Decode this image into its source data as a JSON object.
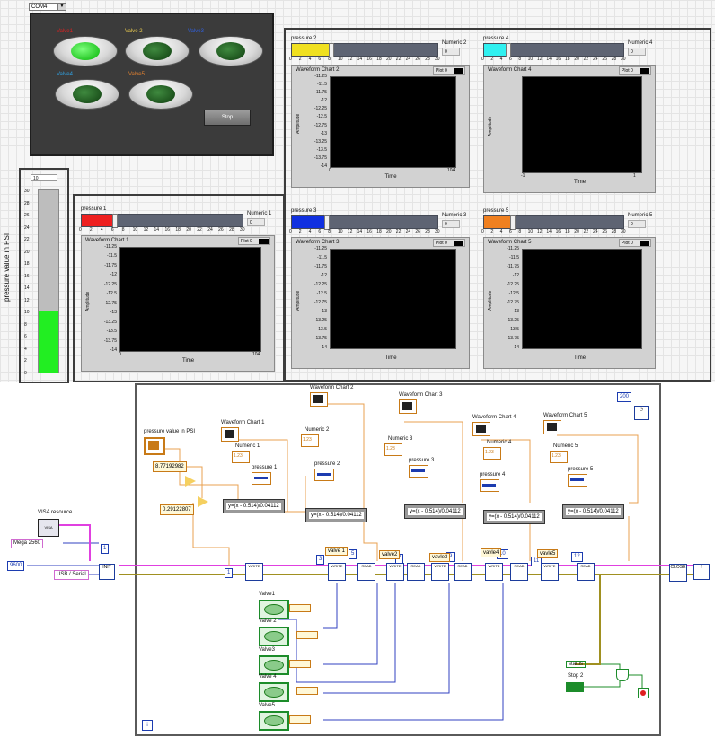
{
  "front_panel": {
    "visa_resource_selected": "COM4",
    "valves": [
      {
        "label": "Valve1",
        "label_color": "#e02020",
        "on": true
      },
      {
        "label": "Valve 2",
        "label_color": "#f0d050",
        "on": false
      },
      {
        "label": "Valve3",
        "label_color": "#3060e0",
        "on": false
      },
      {
        "label": "Valve4",
        "label_color": "#30a0e0",
        "on": false
      },
      {
        "label": "Valve5",
        "label_color": "#e08030",
        "on": false
      }
    ],
    "stop_label": "Stop",
    "tank": {
      "title": "pressure value in PSI",
      "digital_value": "10",
      "value": 10,
      "max": 30,
      "fill_color": "#22ee22",
      "scale": [
        "30",
        "28",
        "26",
        "24",
        "22",
        "20",
        "18",
        "16",
        "14",
        "12",
        "10",
        "8",
        "6",
        "4",
        "2",
        "0"
      ]
    },
    "charts": [
      {
        "slider_label": "pressure 1",
        "fill_color": "#ee2020",
        "value": 6,
        "numeric_label": "Numeric 1",
        "numeric_value": "0",
        "chart_title": "Waveform Chart 1",
        "plot_label": "Plot 0",
        "y_axis_label": "Amplitude",
        "x_axis_label": "Time",
        "x_min": "0",
        "x_max": "104",
        "y_ticks": [
          "-11.25",
          "-11.5",
          "-11.75",
          "-12",
          "-12.25",
          "-12.5",
          "-12.75",
          "-13",
          "-13.25",
          "-13.5",
          "-13.75",
          "-14"
        ]
      },
      {
        "slider_label": "pressure 2",
        "fill_color": "#f0e020",
        "value": 8,
        "numeric_label": "Numeric 2",
        "numeric_value": "0",
        "chart_title": "Waveform Chart 2",
        "plot_label": "Plot 0",
        "y_axis_label": "Amplitude",
        "x_axis_label": "Time",
        "x_min": "0",
        "x_max": "104",
        "y_ticks": [
          "-11.25",
          "-11.5",
          "-11.75",
          "-12",
          "-12.25",
          "-12.5",
          "-12.75",
          "-13",
          "-13.25",
          "-13.5",
          "-13.75",
          "-14"
        ]
      },
      {
        "slider_label": "pressure 3",
        "fill_color": "#1030e0",
        "value": 7,
        "numeric_label": "Numeric 3",
        "numeric_value": "0",
        "chart_title": "Waveform Chart 3",
        "plot_label": "Plot 0",
        "y_axis_label": "Amplitude",
        "x_axis_label": "Time",
        "x_min": "",
        "x_max": "",
        "y_ticks": [
          "-11.25",
          "-11.5",
          "-11.75",
          "-12",
          "-12.25",
          "-12.5",
          "-12.75",
          "-13",
          "-13.25",
          "-13.5",
          "-13.75",
          "-14"
        ]
      },
      {
        "slider_label": "pressure 4",
        "fill_color": "#30f0f0",
        "value": 5,
        "numeric_label": "Numeric 4",
        "numeric_value": "0",
        "chart_title": "Waveform Chart 4",
        "plot_label": "Plot 0",
        "y_axis_label": "Amplitude",
        "x_axis_label": "Time",
        "x_min": "-1",
        "x_max": "1",
        "y_ticks": []
      },
      {
        "slider_label": "pressure 5",
        "fill_color": "#f08020",
        "value": 6,
        "numeric_label": "Numeric 5",
        "numeric_value": "0",
        "chart_title": "Waveform Chart 5",
        "plot_label": "Plot 0",
        "y_axis_label": "Amplitude",
        "x_axis_label": "Time",
        "x_min": "",
        "x_max": "",
        "y_ticks": [
          "-11.25",
          "-11.5",
          "-11.75",
          "-12",
          "-12.25",
          "-12.5",
          "-12.75",
          "-13",
          "-13.25",
          "-13.5",
          "-13.75",
          "-14"
        ]
      }
    ],
    "slider_ticks": [
      "0",
      "2",
      "4",
      "6",
      "8",
      "10",
      "12",
      "14",
      "16",
      "18",
      "20",
      "22",
      "24",
      "26",
      "28",
      "30"
    ]
  },
  "block_diagram": {
    "pressure_ctrl_label": "pressure value in PSI",
    "const_a": "8.77192982",
    "const_b": "0.29122807",
    "visa_label": "VISA resource",
    "visa_ctrl_text": "VISA",
    "baud": "9600",
    "board": "Mega 2560",
    "port": "USB / Serial",
    "one": "1",
    "timer": "200",
    "status_label": "status",
    "stop_label": "Stop 2",
    "loop_index": "i",
    "formula_text": "y=(x - 0.514)/0.04112",
    "chart_term_labels": [
      "Waveform Chart 1",
      "Waveform Chart 2",
      "Waveform Chart 3",
      "Waveform Chart 4",
      "Waveform Chart 5"
    ],
    "numeric_term_labels": [
      "Numeric 1",
      "Numeric 2",
      "Numeric 3",
      "Numeric 4",
      "Numeric 5"
    ],
    "pressure_term_labels": [
      "pressure 1",
      "pressure 2",
      "pressure 3",
      "pressure 4",
      "pressure 5"
    ],
    "valve_term_labels": [
      "Valve1",
      "Valve 2",
      "Valve3",
      "Valve 4",
      "Valve5"
    ],
    "string_labels": [
      "valve 1",
      "valve2",
      "vavle3",
      "vavle4",
      "vavle5"
    ],
    "index_consts": [
      "1",
      "3",
      "5",
      "7",
      "9",
      "10",
      "11",
      "12"
    ],
    "node_write": "WRITE",
    "node_read": "READ",
    "node_close": "CLOSE",
    "node_init": "INIT",
    "numeric_term_text": "1.23"
  }
}
